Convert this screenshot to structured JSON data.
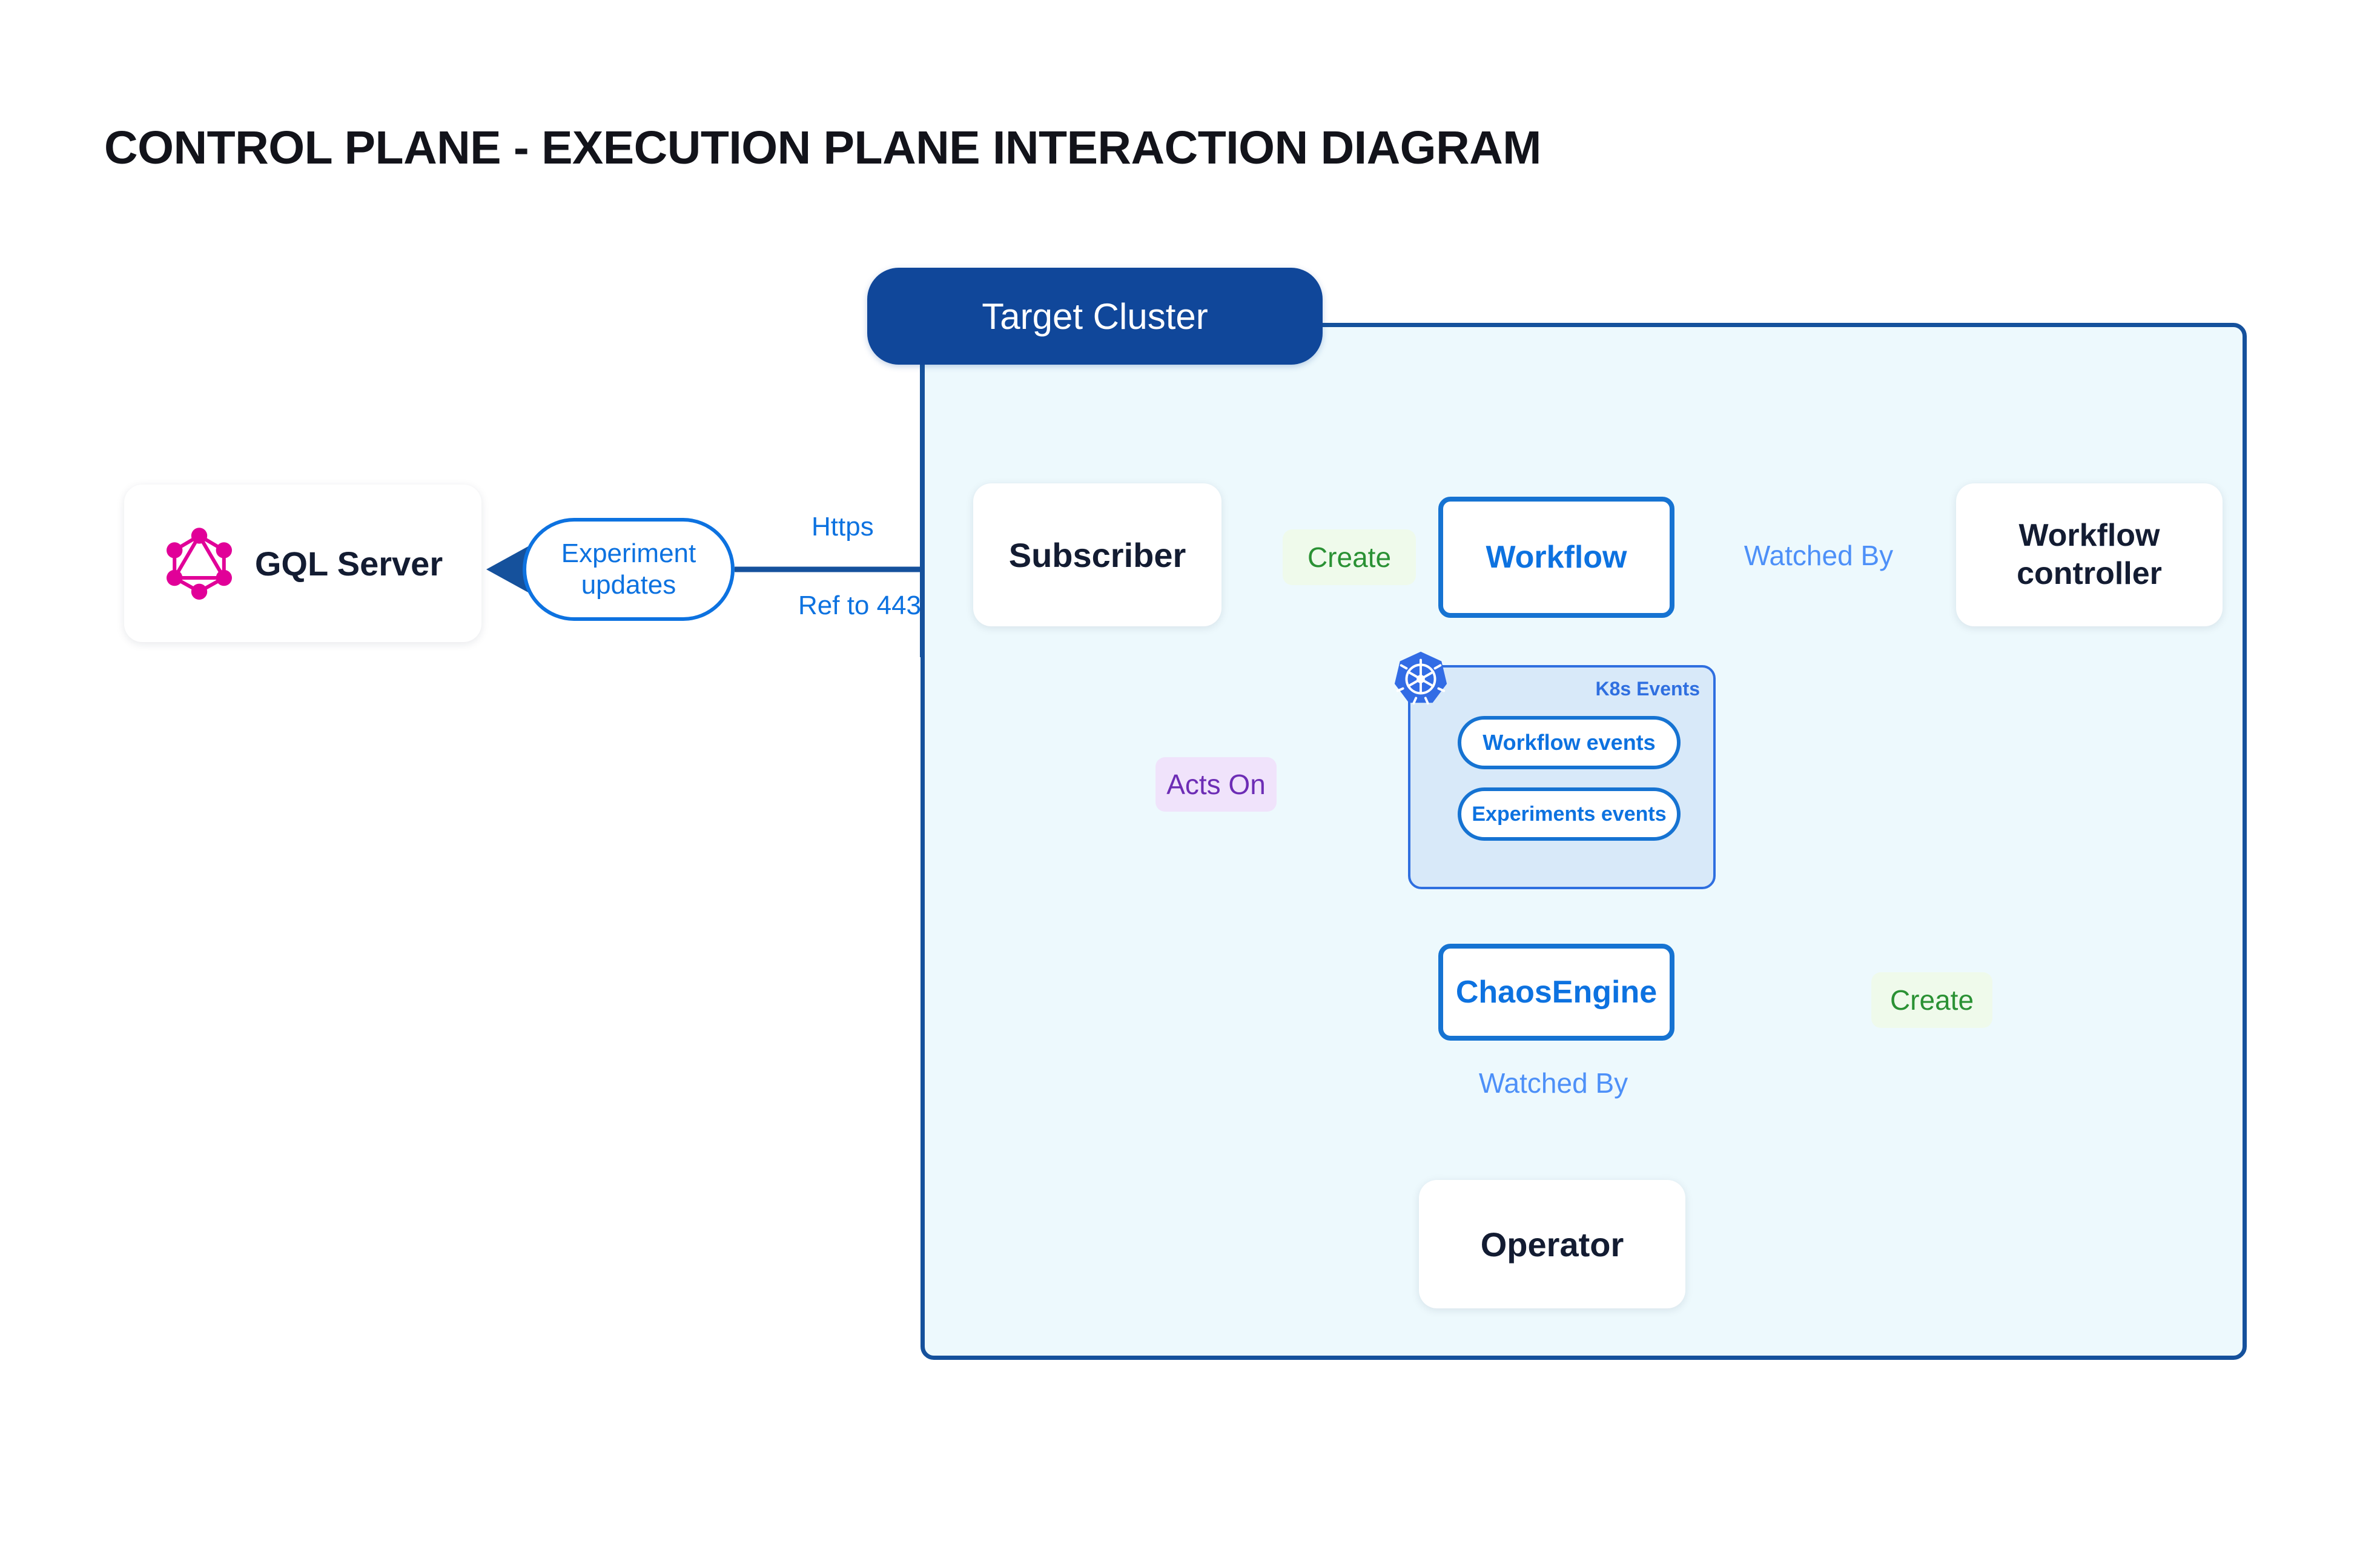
{
  "page": {
    "title": "CONTROL PLANE - EXECUTION PLANE INTERACTION DIAGRAM",
    "background": "#ffffff"
  },
  "colors": {
    "cluster_border": "#15519c",
    "cluster_fill": "#edf9fd",
    "cluster_pill": "#10479a",
    "blue_accent": "#0d72e0",
    "light_blue_arrow": "#4d90f8",
    "green": "#2a9134",
    "purple": "#6d2db5",
    "dark_gray_arrow": "#4c5361",
    "node_text": "#131c32",
    "graphql_pink": "#e10098",
    "k8s_blue": "#326ce5",
    "k8s_panel_fill": "#d8e9f9",
    "k8s_panel_border": "#2f6fe0"
  },
  "cluster": {
    "label": "Target Cluster"
  },
  "nodes": {
    "gql_server": {
      "label": "GQL Server",
      "icon": "graphql-icon"
    },
    "subscriber": {
      "label": "Subscriber"
    },
    "workflow": {
      "label": "Workflow"
    },
    "workflow_controller": {
      "label": "Workflow\ncontroller",
      "line1": "Workflow",
      "line2": "controller"
    },
    "chaosengine": {
      "label": "ChaosEngine"
    },
    "operator": {
      "label": "Operator"
    }
  },
  "k8s_events": {
    "title": "K8s Events",
    "icon": "kubernetes-icon",
    "pills": [
      {
        "label": "Workflow events"
      },
      {
        "label": "Experiments events"
      }
    ]
  },
  "edges": {
    "experiment_updates": "Experiment updates",
    "experiment_updates_line1": "Experiment",
    "experiment_updates_line2": "updates",
    "https": "Https",
    "ref_to_443": "Ref to 443",
    "create_workflow": "Create",
    "watched_by_workflow": "Watched By",
    "acts_on": "Acts On",
    "create_chaosengine": "Create",
    "watched_by_operator": "Watched By"
  }
}
